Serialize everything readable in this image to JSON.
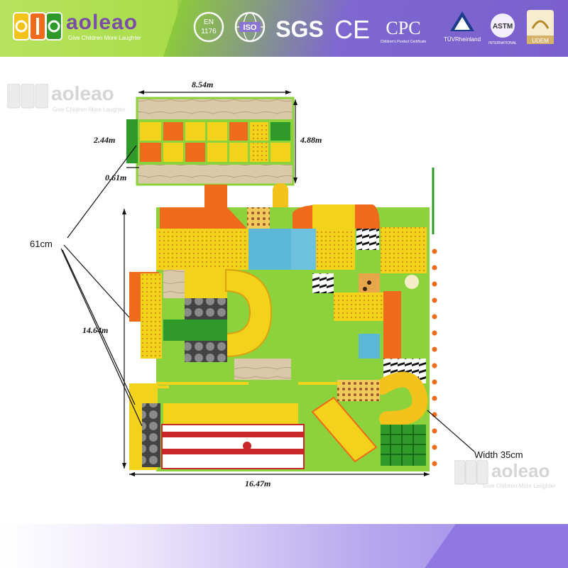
{
  "header": {
    "brand_name": "aoleao",
    "tagline": "Give Children More Laughter",
    "certifications": [
      {
        "id": "en1176",
        "line1": "EN",
        "line2": "1176"
      },
      {
        "id": "iso",
        "label": "ISO"
      },
      {
        "id": "sgs",
        "label": "SGS"
      },
      {
        "id": "ce",
        "label": "CE"
      },
      {
        "id": "cpc",
        "label": "CPC",
        "sub": "Children's Product Certificate"
      },
      {
        "id": "tuv",
        "label": "TÜVRheinland"
      },
      {
        "id": "astm",
        "label": "ASTM",
        "sub": "INTERNATIONAL"
      },
      {
        "id": "udem",
        "label": "UDEM"
      }
    ]
  },
  "watermarks": {
    "brand_name": "aoleao",
    "tagline": "Give Children More Laughter"
  },
  "dimensions": {
    "top_width": "8.54m",
    "top_height": "4.88m",
    "top_entry_height": "2.44m",
    "top_entry_width": "0.61m",
    "total_height": "14.64m",
    "total_width": "16.47m",
    "callout_left": "61cm",
    "callout_right": "Width 35cm"
  },
  "colors": {
    "yellow": "#f3d21b",
    "orange": "#ef6a1a",
    "green": "#2f9a2a",
    "light_green": "#8cd23c",
    "red": "#c9262a",
    "purple": "#7a5fcc"
  }
}
